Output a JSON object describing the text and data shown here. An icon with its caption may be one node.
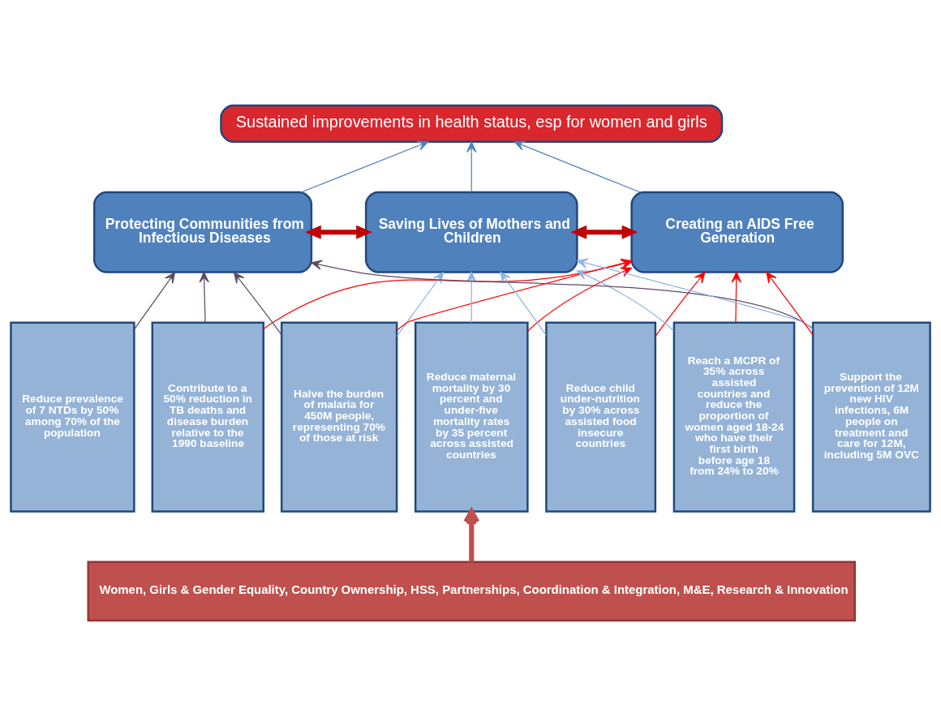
{
  "diagram": {
    "nodes": [
      {
        "text": [
          "Sustained improvements in health status, esp for women and girls"
        ]
      },
      {
        "text": [
          "Protecting Communities from Infectious Diseases"
        ]
      },
      {
        "text": [
          "Saving Lives of Mothers and Children"
        ]
      },
      {
        "text": [
          "Creating an AIDS Free Generation"
        ]
      },
      {
        "text": [
          "Reduce prevalence of 7 NTDs by 50% among 70% of the population"
        ]
      },
      {
        "text": [
          "Contribute to a 50% reduction in TB deaths and disease burden relative to the 1990 baseline"
        ]
      },
      {
        "text": [
          "Halve the burden of malaria for 450M people, representing 70% of those at risk"
        ]
      },
      {
        "text": [
          "Reduce maternal mortality by 30 percent and under-five mortality rates by 35 percent across assisted countries"
        ]
      },
      {
        "text": [
          "Reduce child under-nutrition by 30% across assisted food insecure countries"
        ]
      },
      {
        "text": [
          "Reach a MCPR of 35% across assisted countries and reduce the proportion of women aged 18-24 who have their first birth before age 18 from 24% to 20%"
        ]
      },
      {
        "text": [
          "Support the prevention of 12M new HIV infections, 6M people on treatment and care for 12M, including 5M OVC"
        ]
      },
      {
        "text": [
          "Women, Girls & Gender Equality, Country Ownership, HSS, Partnerships, Coordination & Integration, M&E, Research & Innovation"
        ]
      }
    ],
    "edges": [
      {
        "from": 1,
        "to": 0,
        "arrow": "to",
        "color": "#4f81bd"
      },
      {
        "from": 2,
        "to": 0,
        "arrow": "to",
        "color": "#4f81bd"
      },
      {
        "from": 3,
        "to": 0,
        "arrow": "to",
        "color": "#4f81bd"
      },
      {
        "from": 1,
        "to": 2,
        "arrow": "both",
        "style": "thick",
        "color": "#c00000"
      },
      {
        "from": 2,
        "to": 3,
        "arrow": "both",
        "style": "thick",
        "color": "#c00000"
      },
      {
        "from": 4,
        "to": 1,
        "arrow": "to",
        "color": "#5f4b66"
      },
      {
        "from": 5,
        "to": 1,
        "arrow": "to",
        "color": "#5f4b66"
      },
      {
        "from": 6,
        "to": 1,
        "arrow": "to",
        "color": "#5f4b66"
      },
      {
        "from": 10,
        "to": 1,
        "arrow": "to",
        "color": "#5f4b66"
      },
      {
        "from": 6,
        "to": 2,
        "arrow": "to",
        "color": "#8db3e2"
      },
      {
        "from": 7,
        "to": 2,
        "arrow": "to",
        "color": "#8db3e2"
      },
      {
        "from": 8,
        "to": 2,
        "arrow": "to",
        "color": "#8db3e2"
      },
      {
        "from": 9,
        "to": 2,
        "arrow": "to",
        "color": "#8db3e2"
      },
      {
        "from": 10,
        "to": 2,
        "arrow": "to",
        "color": "#8db3e2"
      },
      {
        "from": 5,
        "to": 3,
        "arrow": "to",
        "color": "#ff0000"
      },
      {
        "from": 6,
        "to": 3,
        "arrow": "to",
        "color": "#ff0000"
      },
      {
        "from": 7,
        "to": 3,
        "arrow": "to",
        "color": "#ff0000"
      },
      {
        "from": 8,
        "to": 3,
        "arrow": "to",
        "color": "#ff0000"
      },
      {
        "from": 9,
        "to": 3,
        "arrow": "to",
        "color": "#ff0000"
      },
      {
        "from": 10,
        "to": 3,
        "arrow": "to",
        "color": "#ff0000"
      },
      {
        "from": 11,
        "to": 7,
        "arrow": "to",
        "style": "thick",
        "color": "#c0504d"
      }
    ]
  }
}
